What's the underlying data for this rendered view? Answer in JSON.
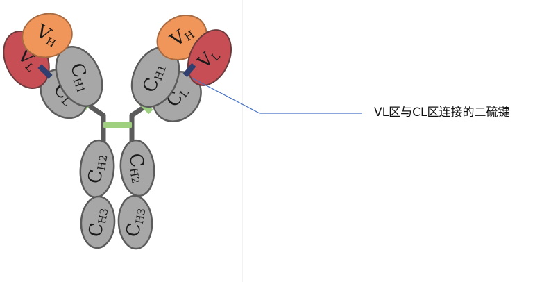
{
  "domains": {
    "left_vl": "V",
    "left_vl_sub": "L",
    "left_vh": "V",
    "left_vh_sub": "H",
    "left_cl": "C",
    "left_cl_sub": "L",
    "left_ch1": "C",
    "left_ch1_sub": "H1",
    "right_vh": "V",
    "right_vh_sub": "H",
    "right_vl": "V",
    "right_vl_sub": "L",
    "right_ch1": "C",
    "right_ch1_sub": "H1",
    "right_cl": "C",
    "right_cl_sub": "L",
    "left_ch2": "C",
    "left_ch2_sub": "H2",
    "right_ch2": "C",
    "right_ch2_sub": "H2",
    "left_ch3": "C",
    "left_ch3_sub": "H3",
    "right_ch3": "C",
    "right_ch3_sub": "H3"
  },
  "callout": {
    "text": "VL区与CL区连接的二硫键"
  },
  "colors": {
    "vl": "#c84e55",
    "vh": "#f0965a",
    "constant": "#a7a7a7",
    "outline": "#5b5b5b",
    "hinge_bond": "#9ed080",
    "vl_cl_bond": "#2f3f70",
    "callout_line": "#4472c4"
  }
}
